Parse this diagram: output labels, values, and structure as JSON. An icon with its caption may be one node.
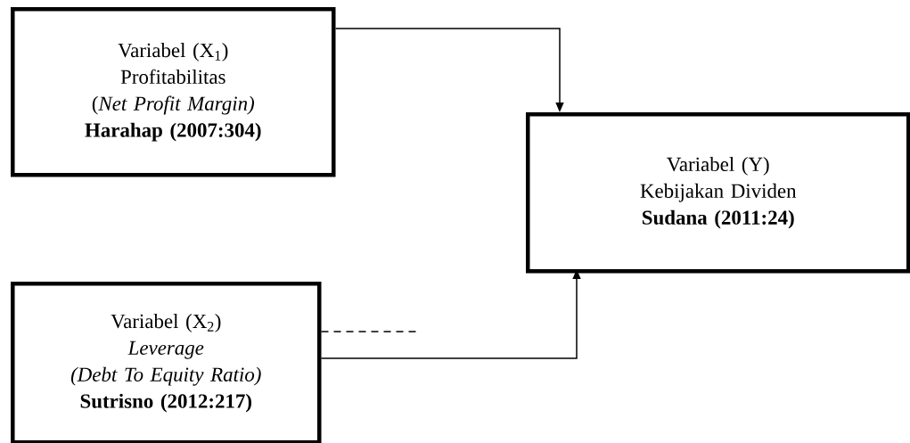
{
  "diagram": {
    "nodes": [
      {
        "text": [
          "Variabel (X$_{1}$)",
          "Profitabilitas",
          "(*Net Profit Margin)*",
          "Harahap (2007:304)"
        ]
      },
      {
        "text": [
          "Variabel (X$_{2}$)",
          "*Leverage*",
          "*(Debt To Equity Ratio)*",
          "Sutrisno (2012:217)"
        ]
      },
      {
        "text": [
          "Variabel (Y)",
          "Kebijakan Dividen",
          "Sudana (2011:24)"
        ]
      }
    ],
    "edges": [
      {
        "from": 0,
        "to": 2,
        "arrow": "to"
      },
      {
        "from": 1,
        "to": 2,
        "arrow": "to"
      },
      {
        "from": 1,
        "to": null,
        "arrow": "none",
        "style": "dashed"
      }
    ]
  }
}
